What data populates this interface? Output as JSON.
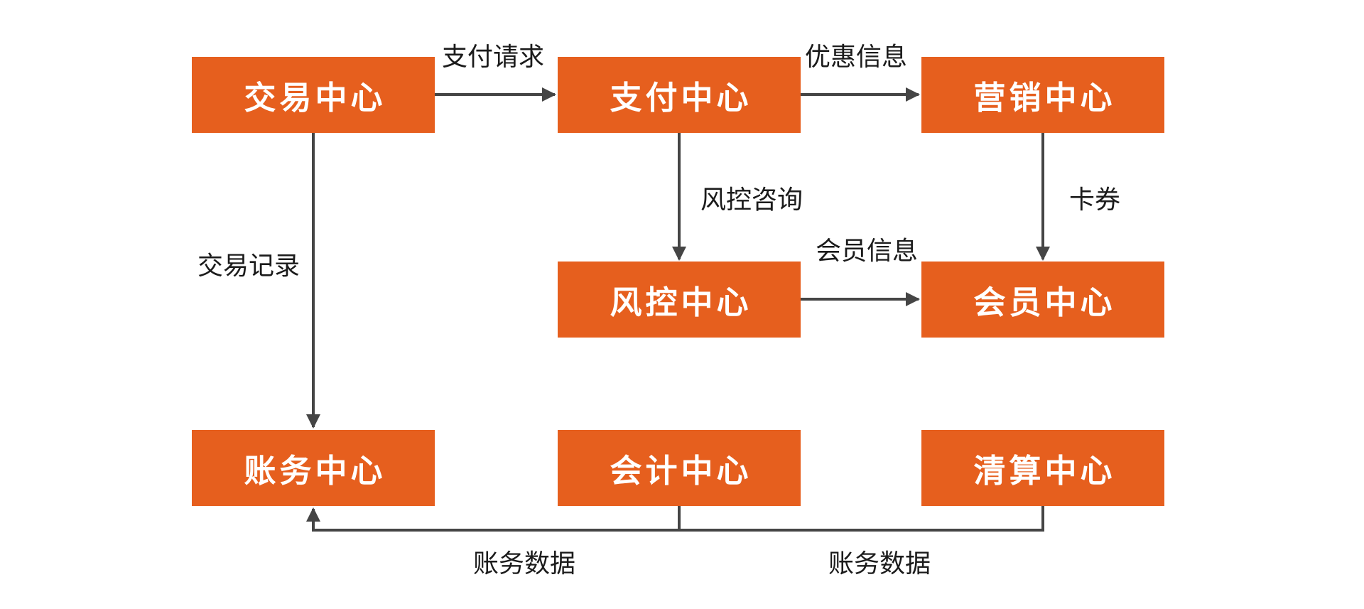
{
  "diagram": {
    "background_color": "#FFFFFF",
    "node_fill_color": "#E65F1E",
    "node_text_color": "#FFFFFF",
    "arrow_color": "#454545",
    "edge_label_color": "#1B1B1B",
    "nodes": [
      {
        "id": "trade",
        "label": "交易中心"
      },
      {
        "id": "payment",
        "label": "支付中心"
      },
      {
        "id": "marketing",
        "label": "营销中心"
      },
      {
        "id": "risk",
        "label": "风控中心"
      },
      {
        "id": "member",
        "label": "会员中心"
      },
      {
        "id": "finance",
        "label": "账务中心"
      },
      {
        "id": "accounting",
        "label": "会计中心"
      },
      {
        "id": "clearing",
        "label": "清算中心"
      }
    ],
    "edges": [
      {
        "from": "交易中心",
        "to": "支付中心",
        "label": "支付请求"
      },
      {
        "from": "支付中心",
        "to": "营销中心",
        "label": "优惠信息"
      },
      {
        "from": "支付中心",
        "to": "风控中心",
        "label": "风控咨询"
      },
      {
        "from": "营销中心",
        "to": "会员中心",
        "label": "卡券"
      },
      {
        "from": "风控中心",
        "to": "会员中心",
        "label": "会员信息"
      },
      {
        "from": "交易中心",
        "to": "账务中心",
        "label": "交易记录"
      },
      {
        "from": "会计中心",
        "to": "账务中心",
        "label": "账务数据"
      },
      {
        "from": "清算中心",
        "to": "账务中心",
        "label": "账务数据"
      }
    ]
  }
}
